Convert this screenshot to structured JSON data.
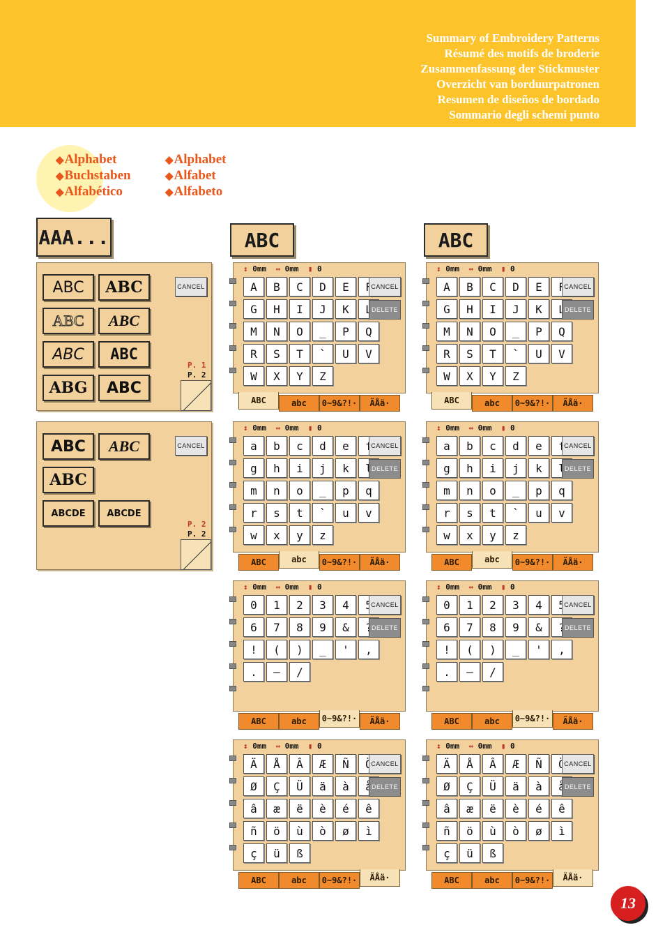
{
  "header": {
    "lines": [
      "Summary of Embroidery Patterns",
      "Résumé des motifs de broderie",
      "Zusammenfassung der Stickmuster",
      "Overzicht van borduurpatronen",
      "Resumen de diseños de bordado",
      "Sommario degli schemi punto"
    ]
  },
  "toc": {
    "left": [
      "Alphabet",
      "Buchstaben",
      "Alfabético"
    ],
    "right": [
      "Alphabet",
      "Alfabet",
      "Alfabeto"
    ]
  },
  "font_tile": {
    "label": "AAA..."
  },
  "abc_tiles": [
    "ABC",
    "ABC"
  ],
  "font_panel_1": {
    "buttons": [
      "ABC",
      "ABC",
      "ABC",
      "ABC",
      "ABC",
      "ABC",
      "ABG",
      "ABC"
    ],
    "cancel": "CANCEL",
    "page_current": "P. 1",
    "page_total": "P. 2"
  },
  "font_panel_2": {
    "buttons": [
      "ABC",
      "ABC",
      "ABC",
      "ABCDE",
      "ABCDE"
    ],
    "cancel": "CANCEL",
    "page_current": "P. 2",
    "page_total": "P. 2"
  },
  "keyboard": {
    "status": {
      "height": "0mm",
      "width": "0mm",
      "count": "0"
    },
    "cancel": "CANCEL",
    "delete": "DELETE",
    "tabs": [
      "ABC",
      "abc",
      "0~9&?!·",
      "ÄÅä·"
    ],
    "pages": [
      [
        "A",
        "B",
        "C",
        "D",
        "E",
        "F",
        "G",
        "H",
        "I",
        "J",
        "K",
        "L",
        "M",
        "N",
        "O",
        "_",
        "P",
        "Q",
        "R",
        "S",
        "T",
        "`",
        "U",
        "V",
        "W",
        "X",
        "Y",
        "Z"
      ],
      [
        "a",
        "b",
        "c",
        "d",
        "e",
        "f",
        "g",
        "h",
        "i",
        "j",
        "k",
        "l",
        "m",
        "n",
        "o",
        "_",
        "p",
        "q",
        "r",
        "s",
        "t",
        "`",
        "u",
        "v",
        "w",
        "x",
        "y",
        "z"
      ],
      [
        "0",
        "1",
        "2",
        "3",
        "4",
        "5",
        "6",
        "7",
        "8",
        "9",
        "&",
        "?",
        "!",
        "(",
        ")",
        "_",
        "'",
        ",",
        ".",
        "—",
        "/"
      ],
      [
        "Ä",
        "Å",
        "Â",
        "Æ",
        "Ñ",
        "Ö",
        "Ø",
        "Ç",
        "Ü",
        "ä",
        "à",
        "å",
        "â",
        "æ",
        "ë",
        "è",
        "é",
        "ê",
        "ñ",
        "ö",
        "ù",
        "ò",
        "ø",
        "ì",
        "ç",
        "ü",
        "ß"
      ]
    ]
  },
  "page_number": "13"
}
